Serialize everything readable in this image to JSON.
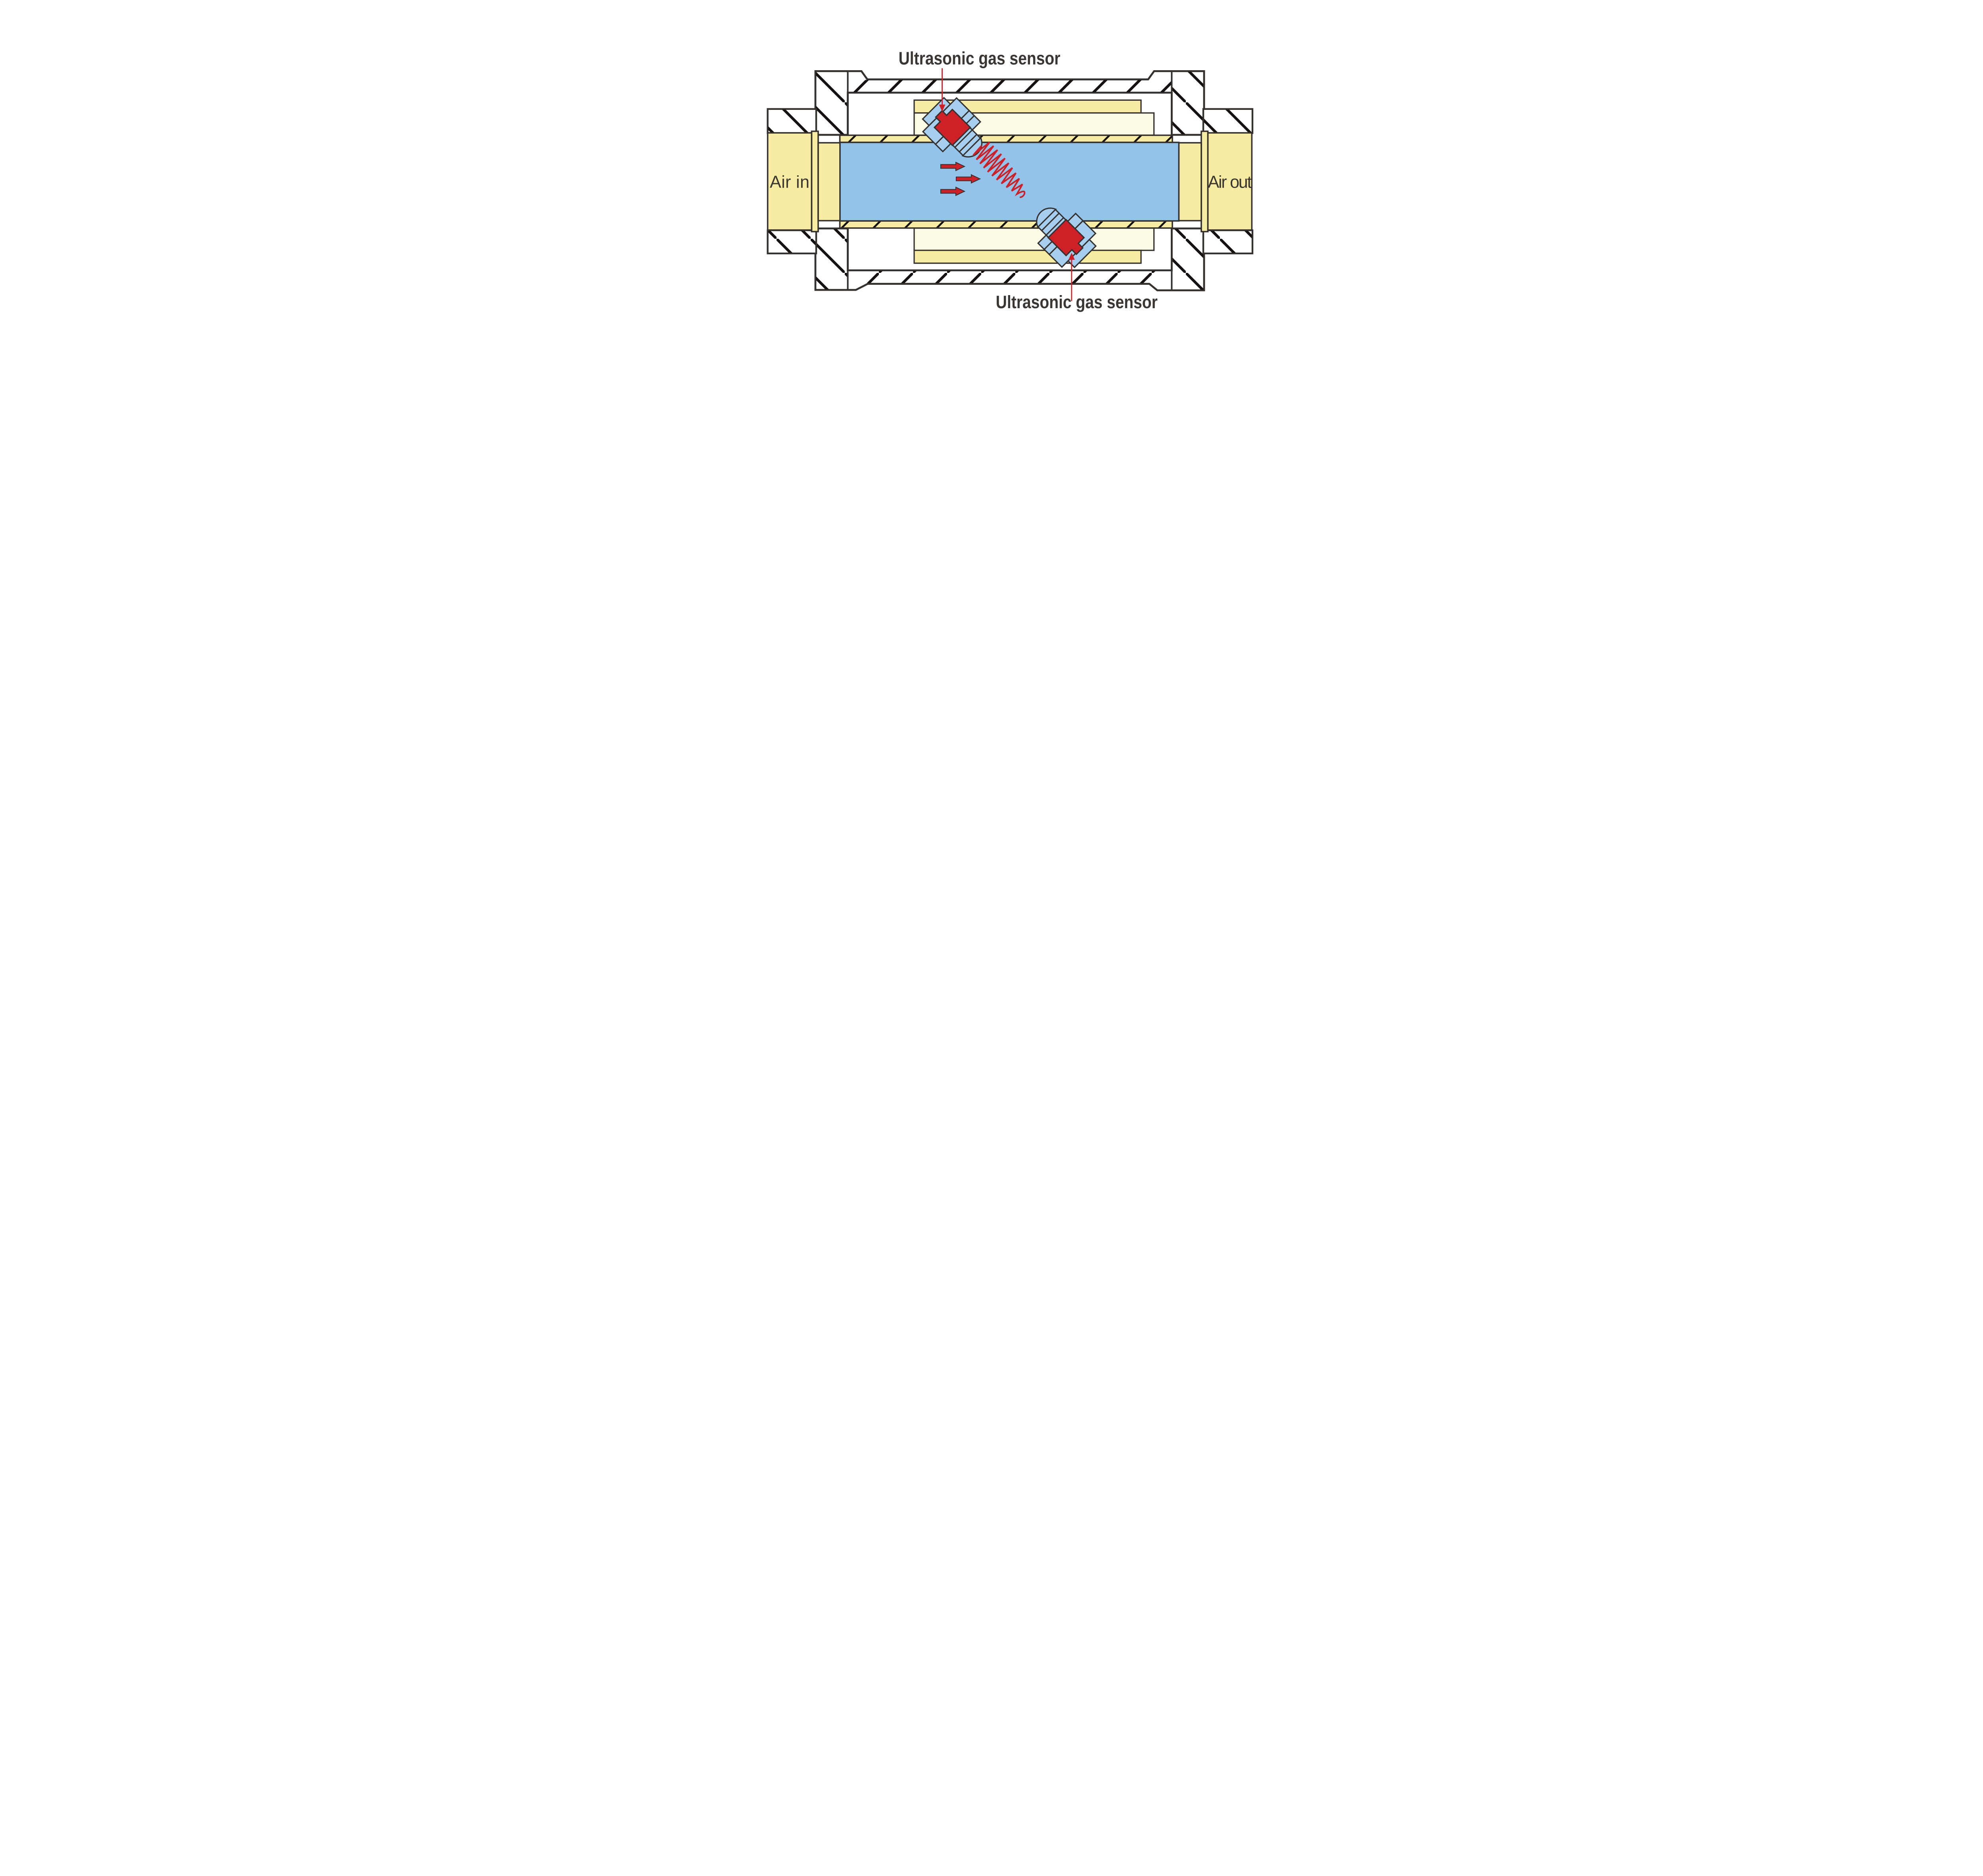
{
  "page": {
    "background": "#ffffff"
  },
  "labels": {
    "sensor_top": "Ultrasonic gas sensor",
    "sensor_bottom": "Ultrasonic gas sensor",
    "inlet": "Air in",
    "outlet": "Air out"
  },
  "colors": {
    "outline": "#35312f",
    "hatch": "#141110",
    "channel-blue": "#92c3eb",
    "housing-blue": "#a6cfef",
    "yellow": "#f8eca2",
    "cream": "#fdfae5",
    "red": "#cd2027",
    "label-text": "#3a3634",
    "background": "#ffffff"
  }
}
